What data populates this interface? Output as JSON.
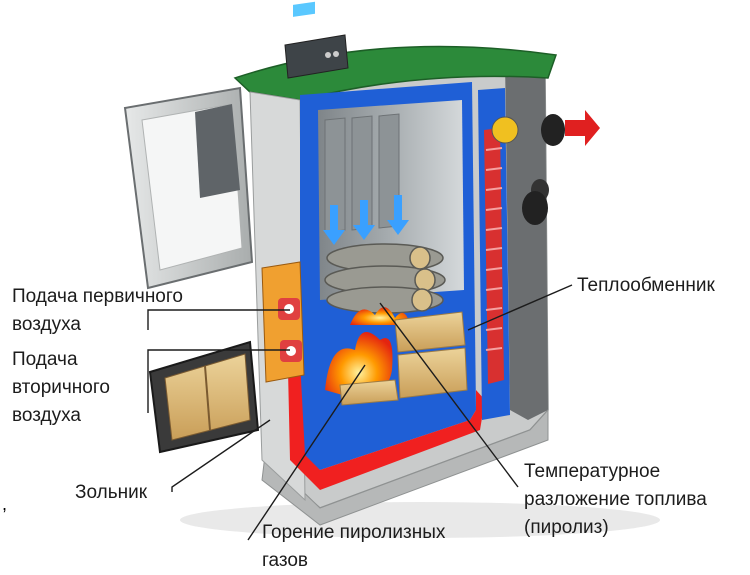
{
  "labels": {
    "primary_air": [
      "Подача первичного",
      "воздуха"
    ],
    "secondary_air": [
      "Подача",
      "вторичного",
      "воздуха"
    ],
    "ash_pit": [
      "Зольник"
    ],
    "pyrolysis_gas_combustion": [
      "Горение пиролизных",
      "газов"
    ],
    "heat_exchanger": [
      "Теплообменник"
    ],
    "fuel_decomposition": [
      "Температурное",
      "разложение топлива",
      "(пиролиз)"
    ]
  },
  "colors": {
    "casing_grey": "#c9cbcb",
    "top_green": "#2c8a3a",
    "water_jacket_blue": "#1f5fd6",
    "hot_zone_red": "#f02020",
    "flame_orange": "#ff8a00",
    "air_box_orange": "#f0a030",
    "flow_arrow_blue": "#3aa0ff",
    "exhaust_arrow_red": "#e02020",
    "wood_tan": "#d9b779"
  },
  "icons": [
    "control-panel-icon",
    "exhaust-arrow-icon",
    "down-arrow-icon",
    "flame-icon",
    "log-pile-icon"
  ]
}
